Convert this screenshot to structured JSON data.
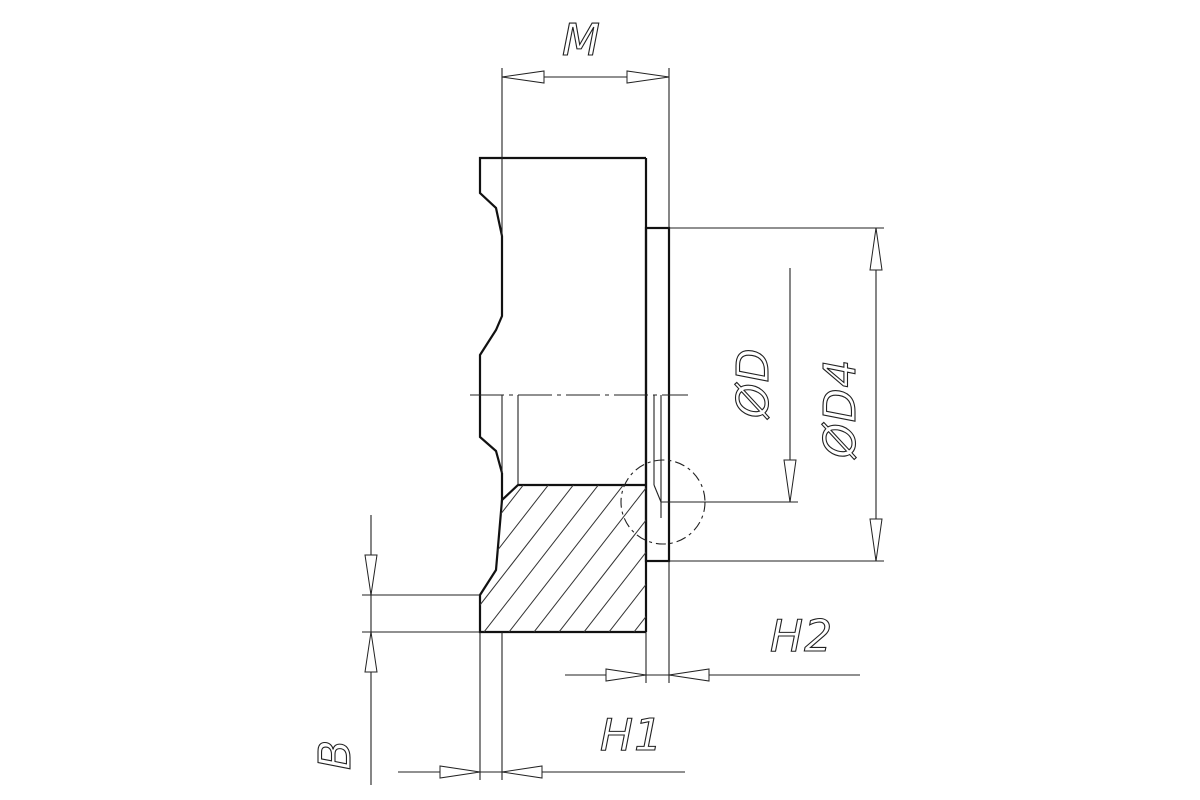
{
  "dimensions": {
    "m_label": "M",
    "d_label": "ØD",
    "d4_label": "ØD4",
    "h1_label": "H1",
    "h2_label": "H2",
    "b_label": "B"
  }
}
